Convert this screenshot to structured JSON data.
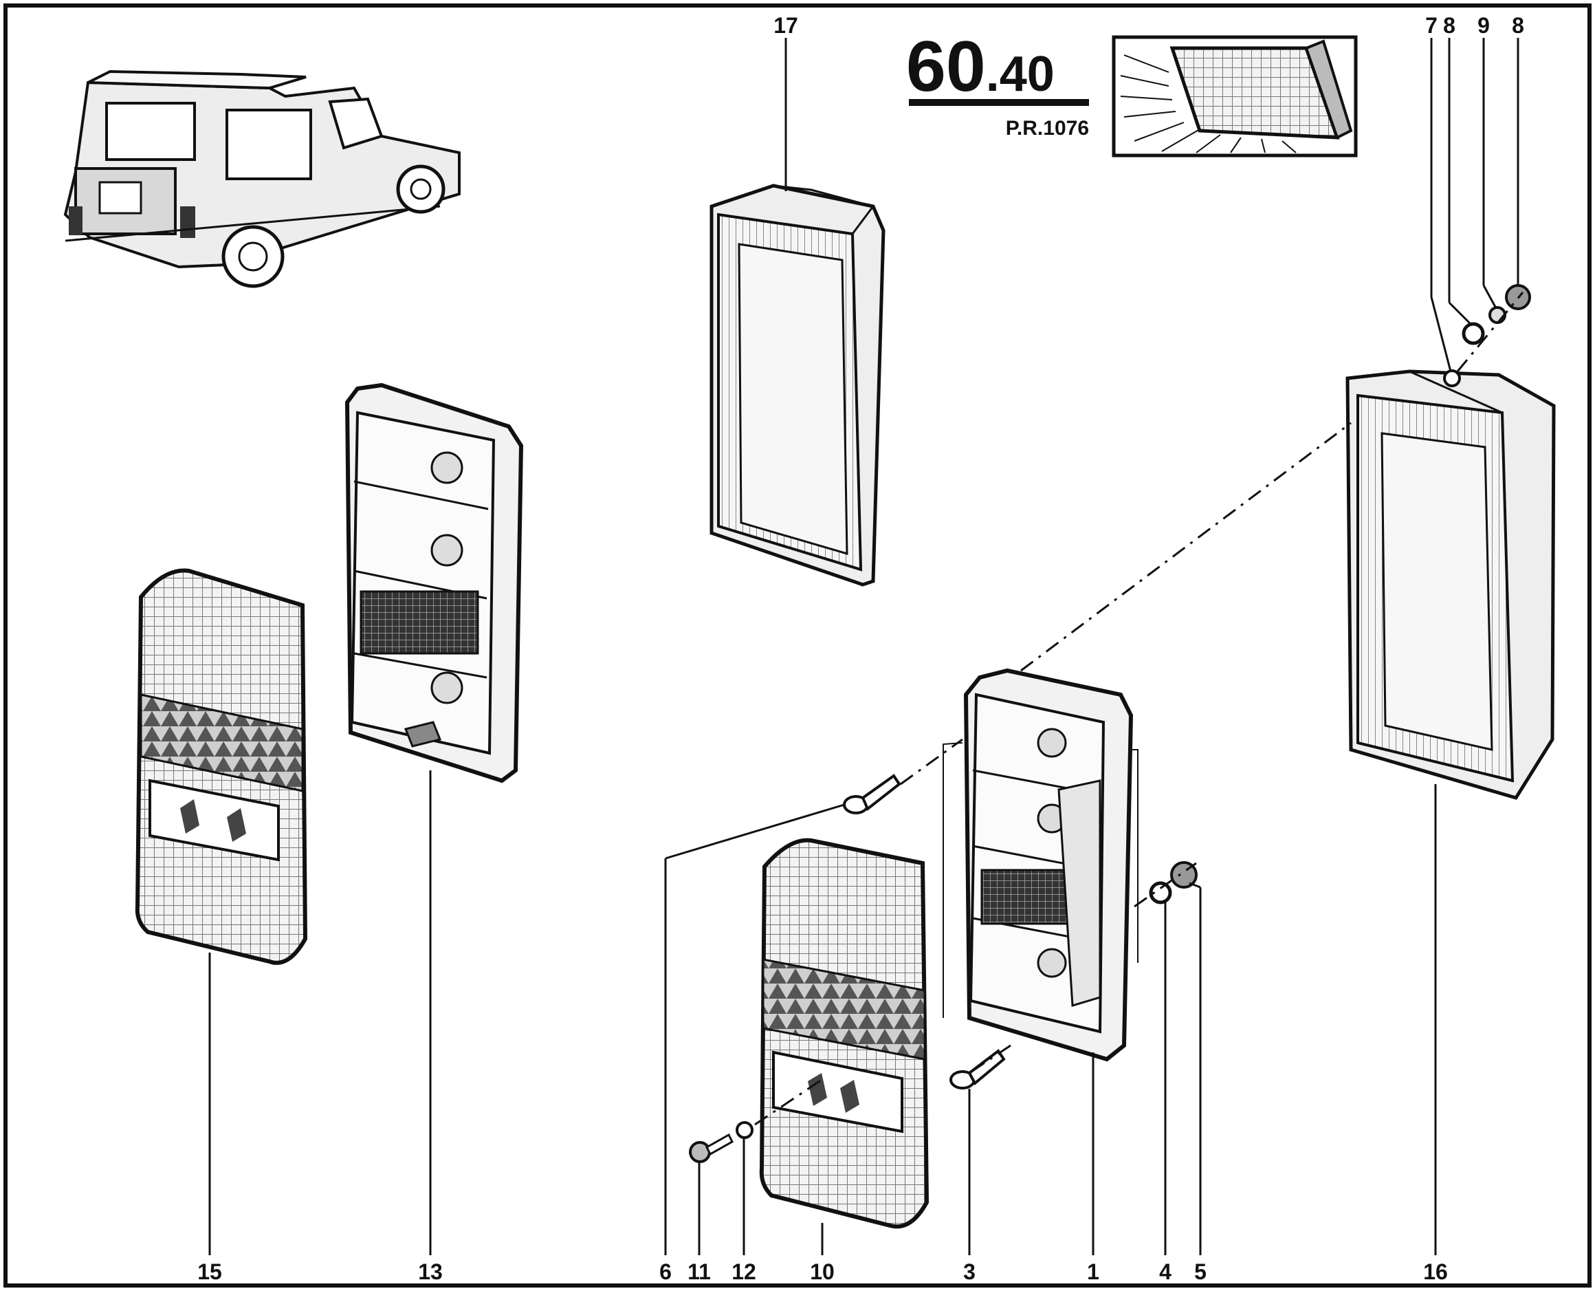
{
  "header": {
    "section_major": "60",
    "section_minor": ".40",
    "reference": "P.R.1076"
  },
  "callouts": {
    "c1": "1",
    "c3": "3",
    "c4": "4",
    "c5": "5",
    "c6": "6",
    "c7": "7",
    "c8a": "8",
    "c8b": "8",
    "c9": "9",
    "c10": "10",
    "c11": "11",
    "c12": "12",
    "c13": "13",
    "c15": "15",
    "c16": "16",
    "c17": "17"
  },
  "colors": {
    "ink": "#111111",
    "paper": "#ffffff",
    "lens_shade": "#e4e4e4",
    "dark_panel": "#555555"
  }
}
